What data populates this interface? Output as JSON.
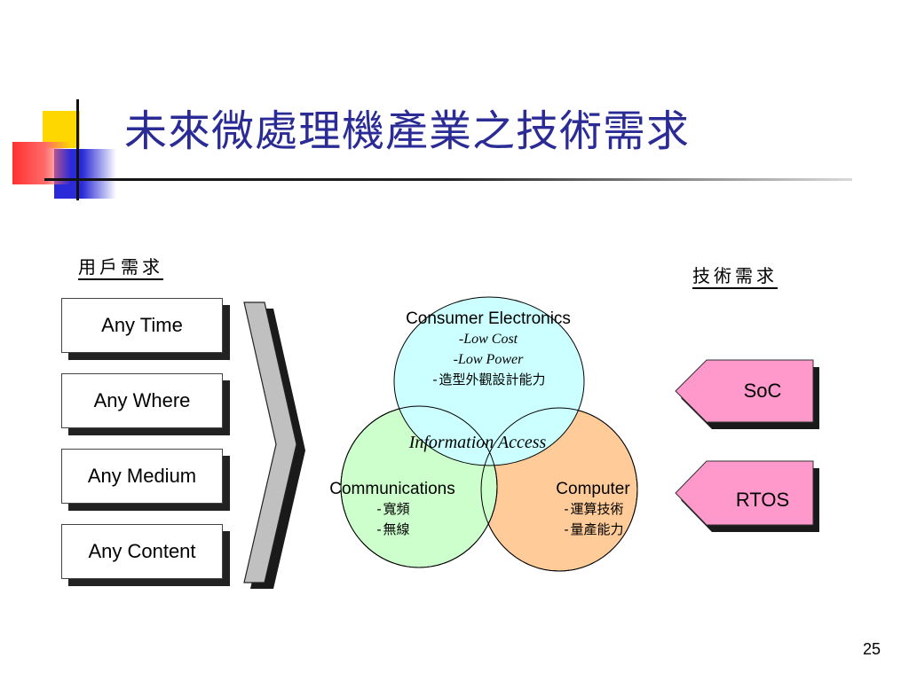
{
  "slide": {
    "title": "未來微處理機產業之技術需求",
    "page_number": "25"
  },
  "left": {
    "heading": "用戶需求",
    "boxes": [
      "Any Time",
      "Any Where",
      "Any Medium",
      "Any Content"
    ]
  },
  "right": {
    "heading": "技術需求",
    "tags": [
      "SoC",
      "RTOS"
    ]
  },
  "venn": {
    "top": {
      "title": "Consumer Electronics",
      "lines": [
        "-Low Cost",
        "-Low Power",
        "-造型外觀設計能力"
      ],
      "color": "#ccffff"
    },
    "left": {
      "title": "Communications",
      "lines": [
        "-寬頻",
        "-無線"
      ],
      "color": "#ccffcc"
    },
    "right": {
      "title": "Computer",
      "lines": [
        "-運算技術",
        "-量產能力"
      ],
      "color": "#ffcc99"
    },
    "center": "Information Access"
  },
  "colors": {
    "title": "#2b2b96",
    "tag_fill": "#ff99cc",
    "arrow_fill": "#c0c0c0"
  }
}
